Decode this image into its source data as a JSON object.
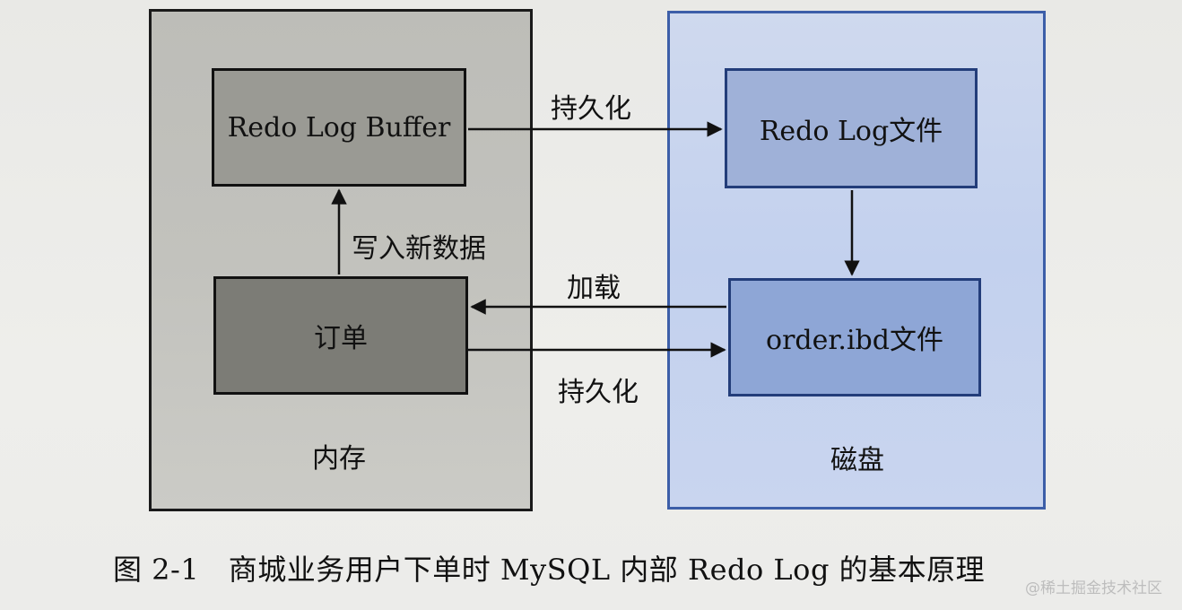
{
  "memory": {
    "title": "内存"
  },
  "disk": {
    "title": "磁盘"
  },
  "nodes": {
    "redo_buffer": "Redo Log Buffer",
    "order": "订单",
    "redo_file": "Redo Log文件",
    "ibd_file": "order.ibd文件"
  },
  "edges": {
    "persist_top": "持久化",
    "write_new_data": "写入新数据",
    "load": "加载",
    "persist_bottom": "持久化"
  },
  "caption": "图 2-1　商城业务用户下单时 MySQL 内部 Redo Log 的基本原理",
  "watermark": "@稀土掘金技术社区"
}
